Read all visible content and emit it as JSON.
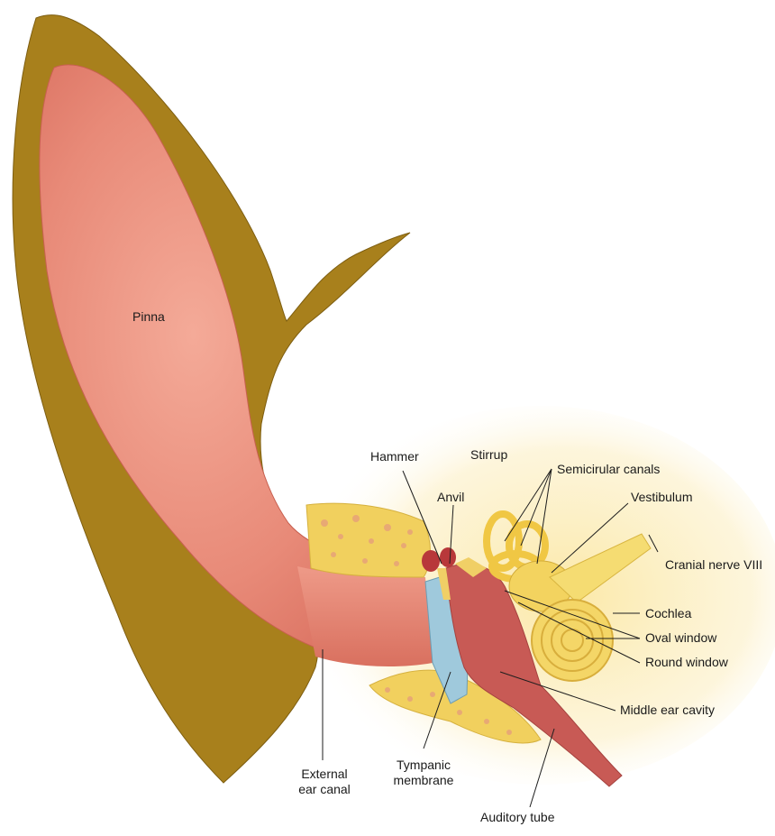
{
  "diagram": {
    "labels": {
      "pinna": "Pinna",
      "hammer": "Hammer",
      "stirrup": "Stirrup",
      "anvil": "Anvil",
      "semicircular_canals": "Semicirular canals",
      "vestibulum": "Vestibulum",
      "cranial_nerve": "Cranial nerve VIII",
      "cochlea": "Cochlea",
      "oval_window": "Oval window",
      "round_window": "Round window",
      "middle_ear_cavity": "Middle ear cavity",
      "external_ear_canal_line1": "External",
      "external_ear_canal_line2": "ear canal",
      "tympanic_membrane_line1": "Tympanic",
      "tympanic_membrane_line2": "membrane",
      "auditory_tube": "Auditory tube"
    },
    "colors": {
      "outer_skin": "#a8801c",
      "inner_pinna": "#e8877a",
      "bone": "#f3d86a",
      "membrane": "#9fc9dc",
      "cavity": "#c85a55"
    }
  }
}
